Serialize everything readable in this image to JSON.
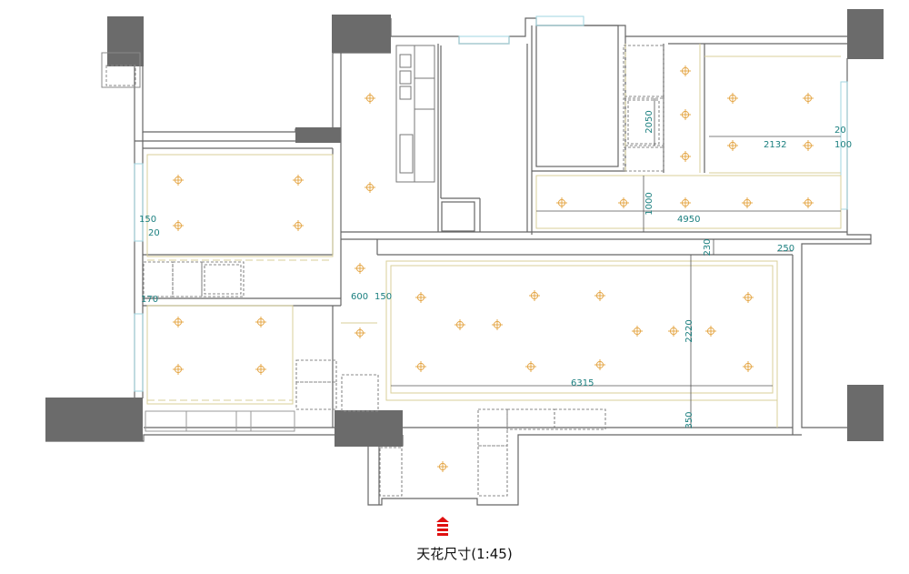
{
  "title": "天花尺寸(1:45)",
  "colors": {
    "wall": "#666666",
    "column": "#6b6b6b",
    "ceiling_line": "#d8cf9a",
    "light_fixture": "#e5a84a",
    "dimension_text": "#1a7f7f",
    "dimension_line": "#555555",
    "north_arrow": "#e01010",
    "window": "#9fd6e0",
    "cabinet_dash": "#8a8a8a"
  },
  "icons": {
    "north_arrow": "north-arrow-icon",
    "light": "ceiling-light-icon"
  },
  "dimensions": {
    "d2050": "2050",
    "d20_top": "20",
    "d2132": "2132",
    "d100": "100",
    "d1000": "1000",
    "d4950": "4950",
    "d150_left": "150",
    "d20_left": "20",
    "d230": "230",
    "d250": "250",
    "d170": "170",
    "d600": "600",
    "d150_mid": "150",
    "d2220": "2220",
    "d6315": "6315",
    "d350": "350"
  }
}
